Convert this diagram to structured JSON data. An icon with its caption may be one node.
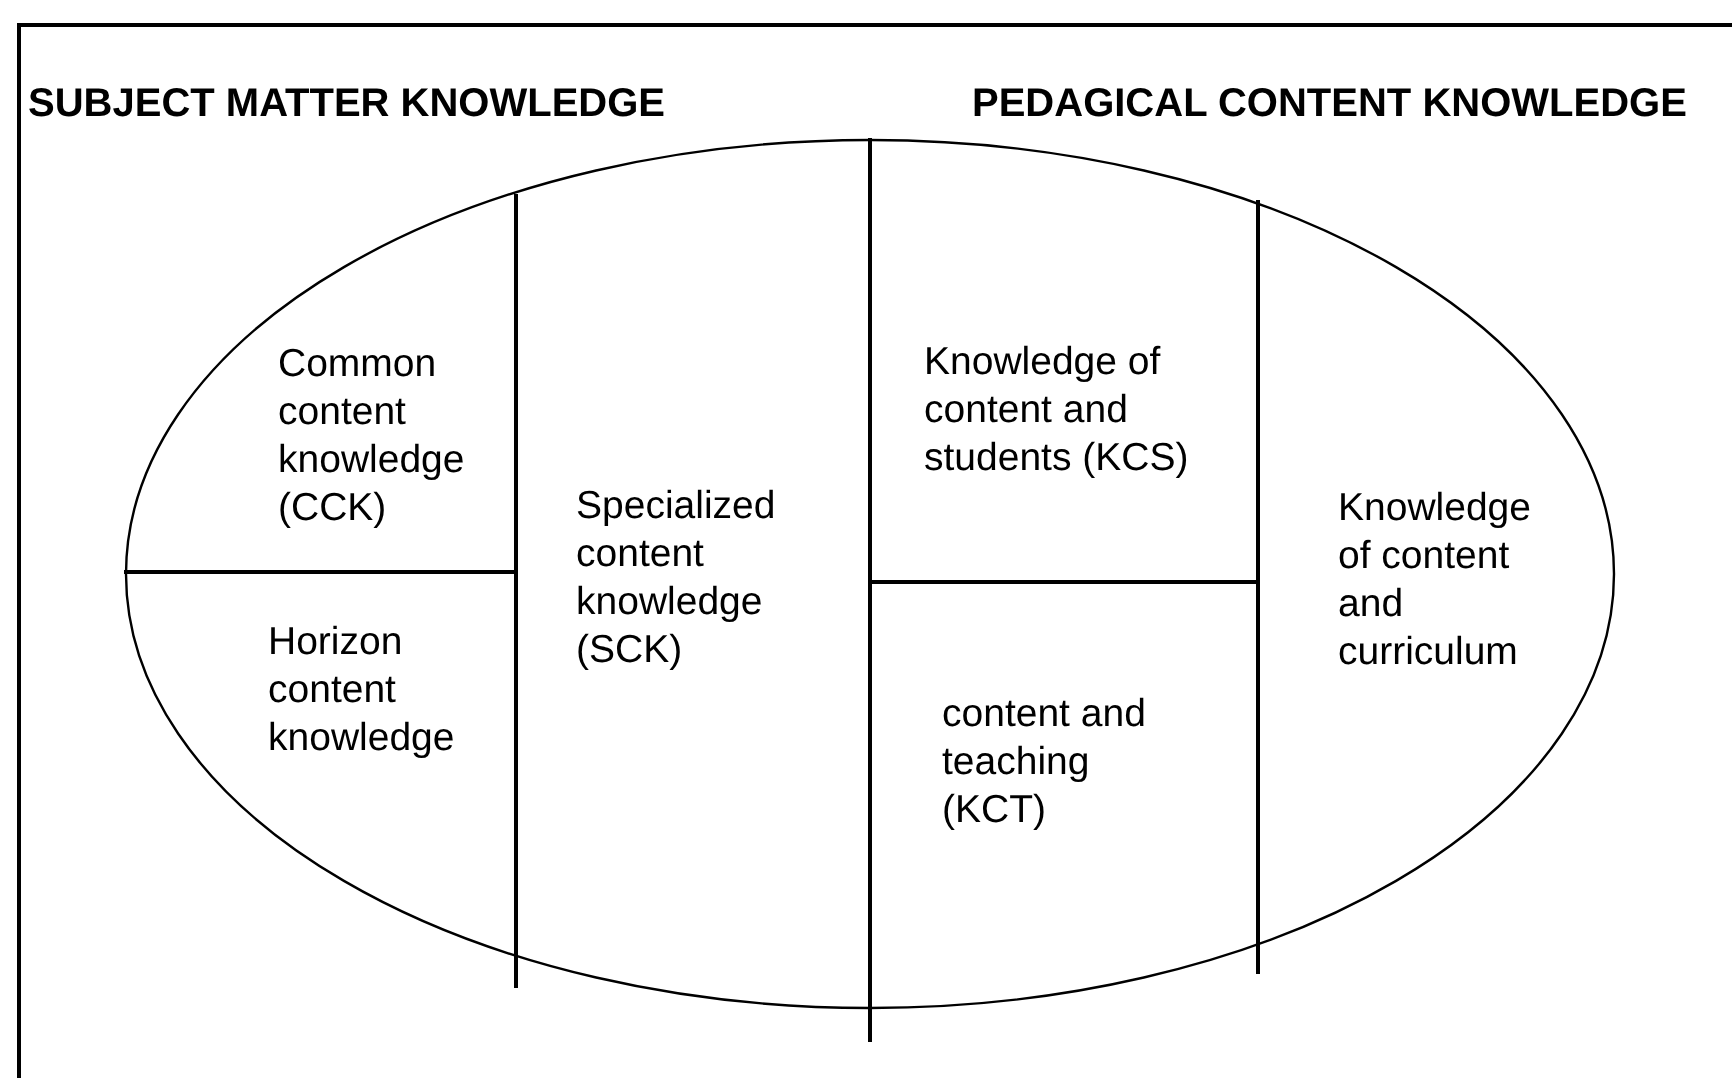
{
  "diagram": {
    "nodes": [
      {
        "text": [],
        "shape": "ellipse"
      },
      {
        "text": [
          "Common content knowledge (CCK)"
        ],
        "in": 0
      },
      {
        "text": [
          "Horizon content knowledge"
        ],
        "in": 0
      },
      {
        "text": [
          "Specialized content knowledge (SCK)"
        ],
        "in": 0
      },
      {
        "text": [
          "Knowledge of content and students (KCS)"
        ],
        "in": 0
      },
      {
        "text": [
          "content and teaching (KCT)"
        ],
        "in": 0
      },
      {
        "text": [
          "Knowledge of content and curriculum"
        ],
        "in": 0
      }
    ],
    "labels": [
      "SUBJECT MATTER KNOWLEDGE",
      "PEDAGICAL CONTENT KNOWLEDGE"
    ]
  }
}
